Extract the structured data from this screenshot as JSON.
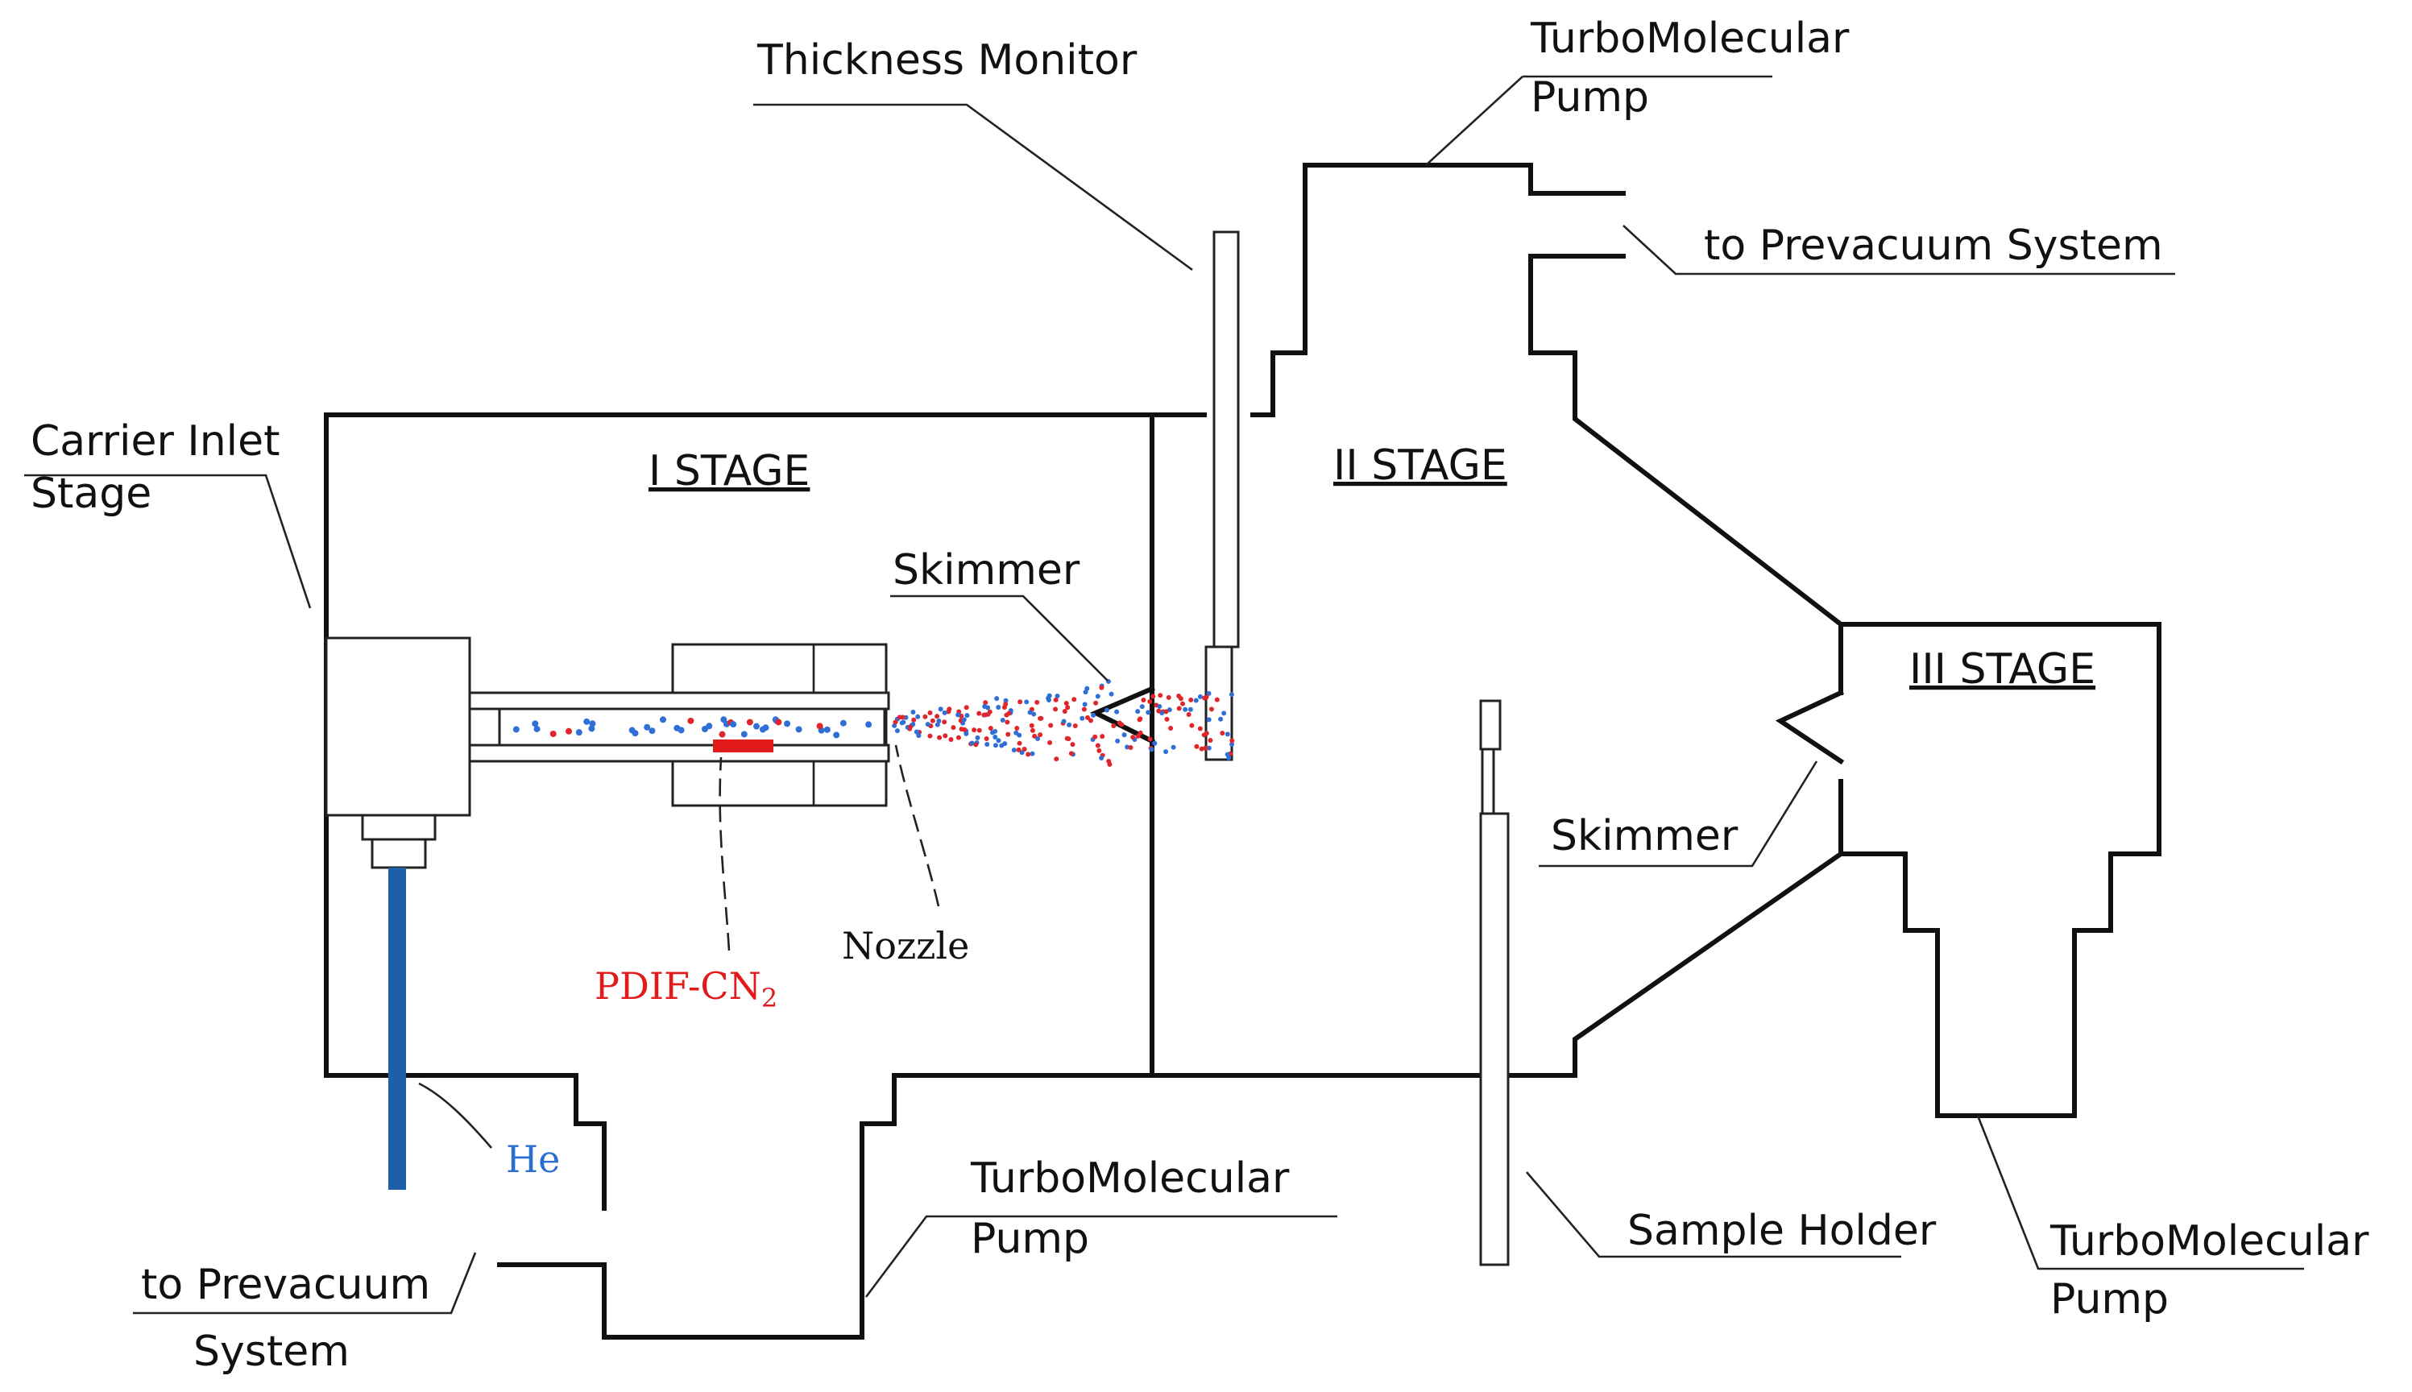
{
  "labels": {
    "thickness_monitor": "Thickness Monitor",
    "turbo_top_line1": "TurboMolecular",
    "turbo_top_line2": "Pump",
    "prevac_right": "to Prevacuum System",
    "carrier_line1": "Carrier Inlet",
    "carrier_line2": "Stage",
    "stage1": "I STAGE",
    "stage2": "II STAGE",
    "stage3": "III STAGE",
    "skimmer1": "Skimmer",
    "skimmer2": "Skimmer",
    "nozzle": "Nozzle",
    "pdif": "PDIF-CN",
    "pdif_sub": "2",
    "he": "He",
    "turbo_bottom_line1": "TurboMolecular",
    "turbo_bottom_line2": "Pump",
    "sample_holder": "Sample Holder",
    "turbo_right_line1": "TurboMolecular",
    "turbo_right_line2": "Pump",
    "prevac_left_line1": "to Prevacuum",
    "prevac_left_line2": "System"
  },
  "colors": {
    "line": "#111111",
    "he_pipe": "#1f5fa8",
    "he_label": "#2a6fcf",
    "pdif": "#e11b1b",
    "particle_red": "#e0262b",
    "particle_blue": "#2f6fd6"
  }
}
